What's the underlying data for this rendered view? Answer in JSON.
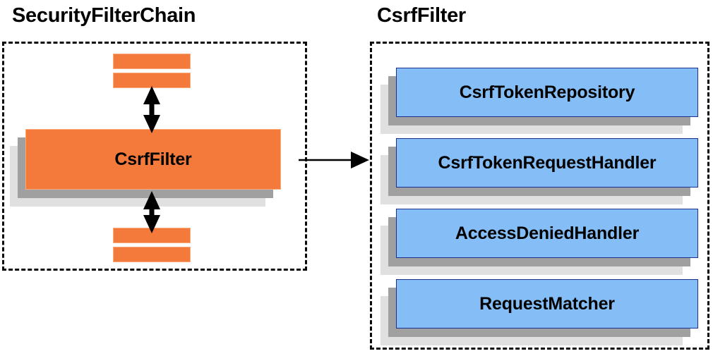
{
  "diagram": {
    "type": "component-relationship-diagram",
    "colors": {
      "orange_fill": "#F37A3A",
      "orange_border": "#F9A97A",
      "blue_fill": "#85BEF7",
      "blue_border": "#1B2F8F",
      "shadow_near": "#A0A0A0",
      "shadow_far": "#E0E0E0",
      "outline_dashed": "#0A0A0A",
      "text": "#000000",
      "background": "#FFFFFF"
    },
    "panels": [
      {
        "id": "security-filter-chain",
        "title": "SecurityFilterChain",
        "nodes": [
          {
            "id": "stub-top-1",
            "label": "",
            "shape": "stub-bar",
            "color": "orange"
          },
          {
            "id": "stub-top-2",
            "label": "",
            "shape": "stub-bar",
            "color": "orange"
          },
          {
            "id": "csrf-filter",
            "label": "CsrfFilter",
            "shape": "box-3d",
            "color": "orange"
          },
          {
            "id": "stub-bottom-1",
            "label": "",
            "shape": "stub-bar",
            "color": "orange"
          },
          {
            "id": "stub-bottom-2",
            "label": "",
            "shape": "stub-bar",
            "color": "orange"
          }
        ],
        "connectors": [
          {
            "from": "stub-top-2",
            "to": "csrf-filter",
            "style": "double-arrow-vertical"
          },
          {
            "from": "csrf-filter",
            "to": "stub-bottom-1",
            "style": "double-arrow-vertical"
          }
        ]
      },
      {
        "id": "csrf-filter-detail",
        "title": "CsrfFilter",
        "nodes": [
          {
            "id": "csrf-token-repository",
            "label": "CsrfTokenRepository",
            "shape": "box-3d",
            "color": "blue"
          },
          {
            "id": "csrf-token-request-handler",
            "label": "CsrfTokenRequestHandler",
            "shape": "box-3d",
            "color": "blue"
          },
          {
            "id": "access-denied-handler",
            "label": "AccessDeniedHandler",
            "shape": "box-3d",
            "color": "blue"
          },
          {
            "id": "request-matcher",
            "label": "RequestMatcher",
            "shape": "box-3d",
            "color": "blue"
          }
        ]
      }
    ],
    "cross_panel_connector": {
      "from": "csrf-filter",
      "to": "csrf-filter-detail",
      "style": "single-arrow-horizontal"
    }
  }
}
